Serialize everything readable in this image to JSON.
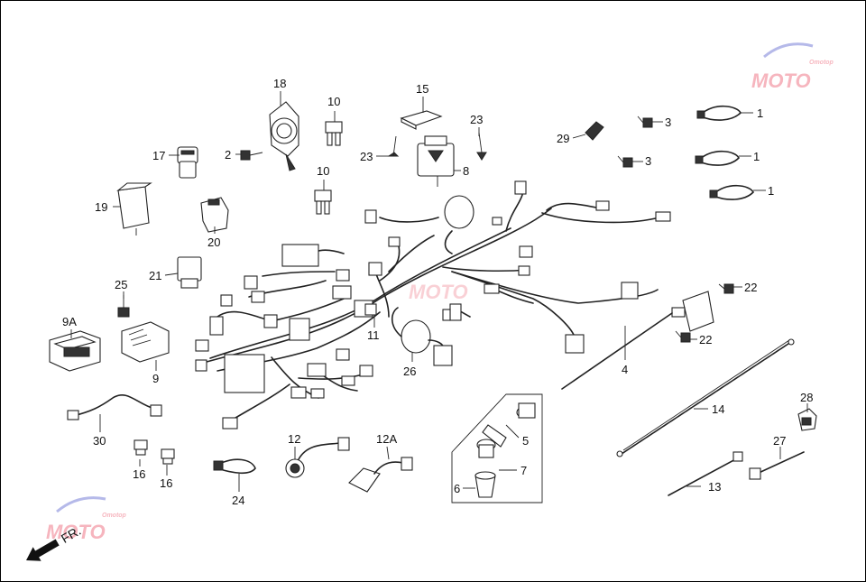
{
  "callouts": [
    {
      "id": "c1a",
      "label": "1"
    },
    {
      "id": "c1b",
      "label": "1"
    },
    {
      "id": "c1c",
      "label": "1"
    },
    {
      "id": "c2",
      "label": "2"
    },
    {
      "id": "c3a",
      "label": "3"
    },
    {
      "id": "c3b",
      "label": "3"
    },
    {
      "id": "c4",
      "label": "4"
    },
    {
      "id": "c5",
      "label": "5"
    },
    {
      "id": "c6",
      "label": "6"
    },
    {
      "id": "c7",
      "label": "7"
    },
    {
      "id": "c8",
      "label": "8"
    },
    {
      "id": "c9",
      "label": "9"
    },
    {
      "id": "c9a",
      "label": "9A"
    },
    {
      "id": "c10a",
      "label": "10"
    },
    {
      "id": "c10b",
      "label": "10"
    },
    {
      "id": "c11",
      "label": "11"
    },
    {
      "id": "c12",
      "label": "12"
    },
    {
      "id": "c12a",
      "label": "12A"
    },
    {
      "id": "c13",
      "label": "13"
    },
    {
      "id": "c14",
      "label": "14"
    },
    {
      "id": "c15",
      "label": "15"
    },
    {
      "id": "c16a",
      "label": "16"
    },
    {
      "id": "c16b",
      "label": "16"
    },
    {
      "id": "c17",
      "label": "17"
    },
    {
      "id": "c18",
      "label": "18"
    },
    {
      "id": "c19",
      "label": "19"
    },
    {
      "id": "c20",
      "label": "20"
    },
    {
      "id": "c21",
      "label": "21"
    },
    {
      "id": "c22a",
      "label": "22"
    },
    {
      "id": "c22b",
      "label": "22"
    },
    {
      "id": "c23a",
      "label": "23"
    },
    {
      "id": "c23b",
      "label": "23"
    },
    {
      "id": "c24",
      "label": "24"
    },
    {
      "id": "c25",
      "label": "25"
    },
    {
      "id": "c26",
      "label": "26"
    },
    {
      "id": "c27",
      "label": "27"
    },
    {
      "id": "c28",
      "label": "28"
    },
    {
      "id": "c29",
      "label": "29"
    },
    {
      "id": "c30",
      "label": "30"
    }
  ],
  "direction_label": "FR.",
  "watermark": {
    "text": "MOTO",
    "small": "Omotop",
    "colors": {
      "primary": "#f07a8a",
      "secondary": "#7a80d8"
    }
  }
}
